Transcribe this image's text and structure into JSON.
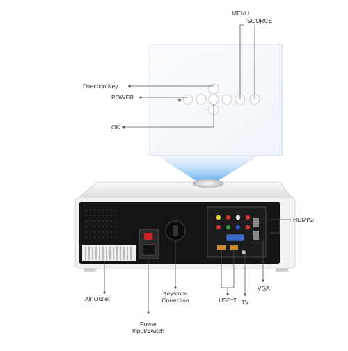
{
  "diagram": {
    "title": "",
    "labels": {
      "menu": "MENU",
      "source": "SOURCE",
      "direction_key": "Direction Key",
      "power": "POWER",
      "ok": "OK",
      "hdmi": "HDMI*2",
      "air_outlet": "Air Outlet",
      "keystone_line1": "Keystone",
      "keystone_line2": "Correction",
      "usb": "USB*2",
      "vga": "VGA",
      "tv": "TV",
      "power_switch_line1": "Power",
      "power_switch_line2": "Input/Switch"
    },
    "colors": {
      "panel_fill": "#f4f8fc",
      "beam": "#9ecbf3",
      "body_white": "#f2f2f2",
      "body_black": "#151515",
      "leader_line": "#555555"
    }
  }
}
